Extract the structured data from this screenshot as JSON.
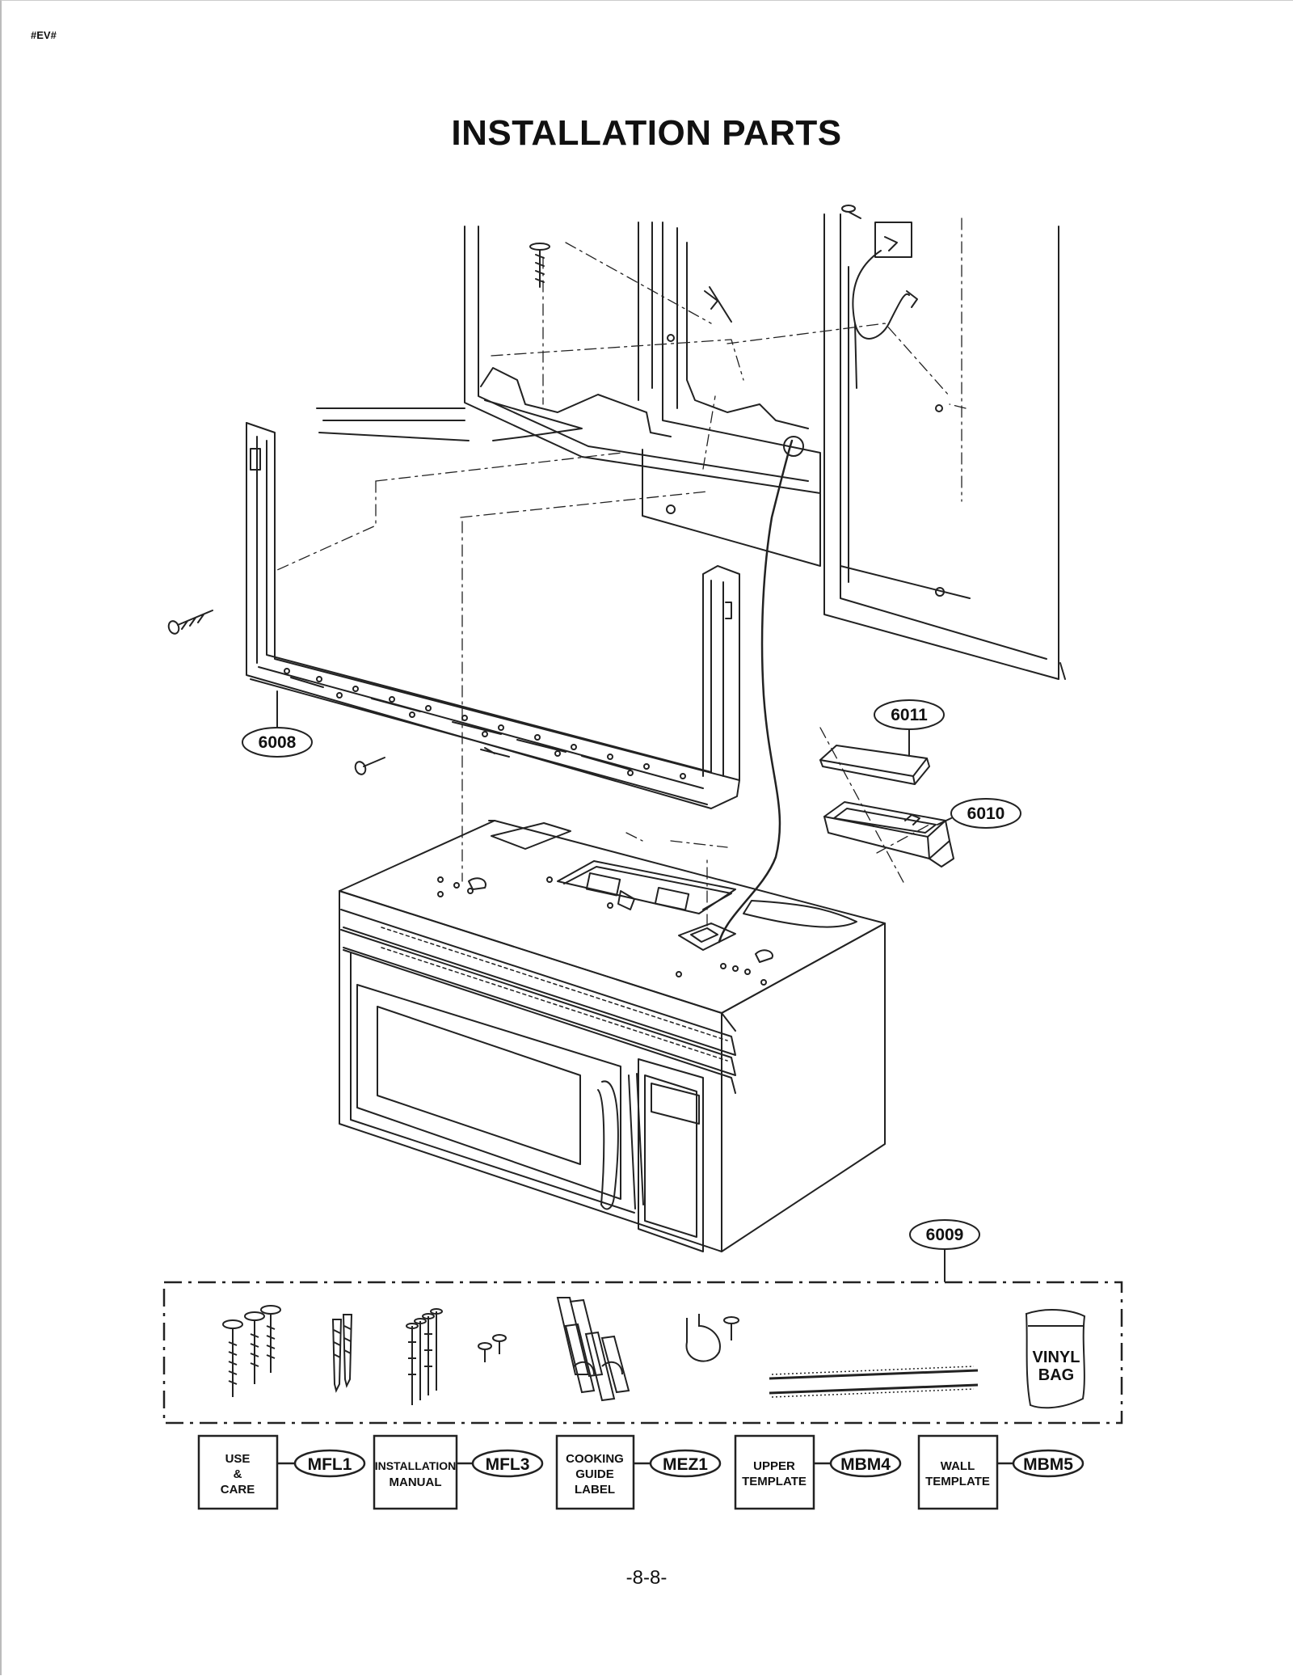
{
  "header": {
    "code": "#EV#",
    "title": "INSTALLATION PARTS"
  },
  "callouts": {
    "p6008": "6008",
    "p6011": "6011",
    "p6010": "6010",
    "p6009": "6009"
  },
  "kit": {
    "bag_line1": "VINYL",
    "bag_line2": "BAG"
  },
  "docs": [
    {
      "lines": [
        "USE",
        "&",
        "CARE"
      ],
      "code": "MFL1"
    },
    {
      "lines": [
        "INSTALLATION",
        "MANUAL"
      ],
      "code": "MFL3"
    },
    {
      "lines": [
        "COOKING",
        "GUIDE",
        "LABEL"
      ],
      "code": "MEZ1"
    },
    {
      "lines": [
        "UPPER",
        "TEMPLATE"
      ],
      "code": "MBM4"
    },
    {
      "lines": [
        "WALL",
        "TEMPLATE"
      ],
      "code": "MBM5"
    }
  ],
  "footer": {
    "page": "-8-8-"
  }
}
